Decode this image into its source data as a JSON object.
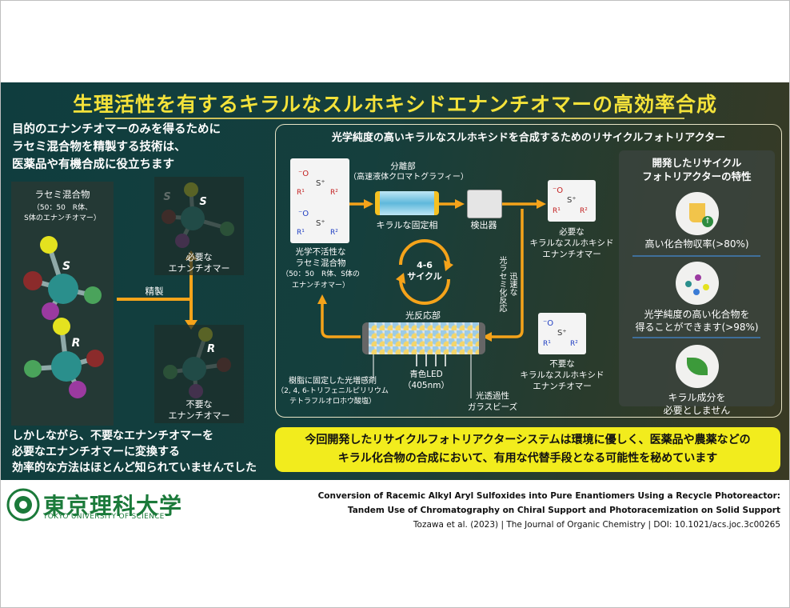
{
  "title": "生理活性を有するキラルなスルホキシドエナンチオマーの高効率合成",
  "intro": [
    "目的のエナンチオマーのみを得るために",
    "ラセミ混合物を精製する技術は、",
    "医薬品や有機合成に役立ちます"
  ],
  "outro": [
    "しかしながら、不要なエナンチオマーを",
    "必要なエナンチオマーに変換する",
    "効率的な方法はほとんど知られていませんでした"
  ],
  "left": {
    "racemic_title": "ラセミ混合物",
    "racemic_sub1": "（50：50　R体、",
    "racemic_sub2": "S体のエナンチオマー）",
    "s_label": "S",
    "r_label": "R",
    "purify": "精製",
    "needed": [
      "必要な",
      "エナンチオマー"
    ],
    "unneeded": [
      "不要な",
      "エナンチオマー"
    ]
  },
  "reactor": {
    "title": "光学純度の高いキラルなスルホキシドを合成するためのリサイクルフォトリアクター",
    "sep_label1": "分離部",
    "sep_label2": "（高速液体クロマトグラフィー）",
    "chiral_phase": "キラルな固定相",
    "detector": "検出器",
    "inactive": [
      "光学不活性な",
      "ラセミ混合物",
      "（50：50　R体、S体の",
      "エナンチオマー）"
    ],
    "needed": [
      "必要な",
      "キラルなスルホキシド",
      "エナンチオマー"
    ],
    "unneeded": [
      "不要な",
      "キラルなスルホキシド",
      "エナンチオマー"
    ],
    "cycles": [
      "4-6",
      "サイクル"
    ],
    "racemization": [
      "迅速な",
      "光ラセミ化反応"
    ],
    "photo_part": "光反応部",
    "sensitizer": [
      "樹脂に固定した光増感剤",
      "（2, 4, 6-トリフェニルピリリウム",
      "テトラフルオロホウ酸塩）"
    ],
    "led": [
      "青色LED",
      "（405nm）"
    ],
    "beads": [
      "光透過性",
      "ガラスビーズ"
    ],
    "struct_o": "⁻O",
    "struct_s": "S⁺",
    "struct_r1": "R¹",
    "struct_r2": "R²"
  },
  "features": {
    "title": [
      "開発したリサイクル",
      "フォトリアクターの特性"
    ],
    "items": [
      {
        "text": [
          "高い化合物収率(>80%)"
        ],
        "icon": "flask-up-icon"
      },
      {
        "text": [
          "光学純度の高い化合物を",
          "得ることができます(>98%)"
        ],
        "icon": "molecule-icon"
      },
      {
        "text": [
          "キラル成分を",
          "必要としません"
        ],
        "icon": "leaf-icon"
      }
    ]
  },
  "conclusion": [
    "今回開発したリサイクルフォトリアクターシステムは環境に優しく、医薬品や農薬などの",
    "キラル化合物の合成において、有用な代替手段となる可能性を秘めています"
  ],
  "logo": {
    "name": "東京理科大学",
    "sub": "TOKYO UNIVERSITY OF SCIENCE"
  },
  "citation": {
    "line1": "Conversion of Racemic Alkyl Aryl Sulfoxides into Pure Enantiomers Using a Recycle Photoreactor:",
    "line2": "Tandem Use of Chromatography on Chiral Support and Photoracemization on Solid Support",
    "line3": "Tozawa et al. (2023)  |  The Journal of Organic Chemistry  |  DOI: 10.1021/acs.joc.3c00265"
  },
  "colors": {
    "banner": "#0f3d3e",
    "title": "#f4e23a",
    "arrow": "#f5a31a",
    "yellow_box": "#f2ec1d",
    "logo": "#1b7a3a"
  }
}
